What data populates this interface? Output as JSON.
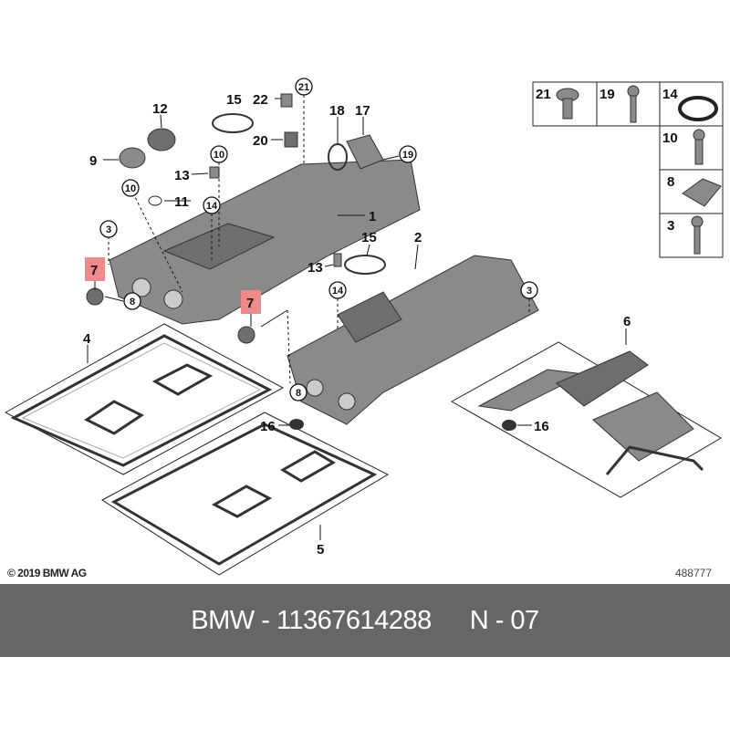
{
  "callouts": {
    "c12": "12",
    "c9": "9",
    "c10a": "10",
    "c11": "11",
    "c15a": "15",
    "c22": "22",
    "c21": "21",
    "c18": "18",
    "c17": "17",
    "c19": "19",
    "c20": "20",
    "c10b": "10",
    "c13a": "13",
    "c14a": "14",
    "c1": "1",
    "c3a": "3",
    "c7a": "7",
    "c8a": "8",
    "c2": "2",
    "c15b": "15",
    "c13b": "13",
    "c14b": "14",
    "c3b": "3",
    "c7b": "7",
    "c6": "6",
    "c4": "4",
    "c8b": "8",
    "c16a": "16",
    "c16b": "16",
    "c5": "5"
  },
  "legend_grid": {
    "cells": [
      "21",
      "19",
      "14",
      "10",
      "8",
      "3"
    ]
  },
  "highlight_color": "#f08a8a",
  "footer": {
    "copyright": "© 2019 BMW AG",
    "image_number": "488777"
  },
  "banner": {
    "part_number": "BMW - 11367614288",
    "diagram_ref": "N - 07"
  }
}
